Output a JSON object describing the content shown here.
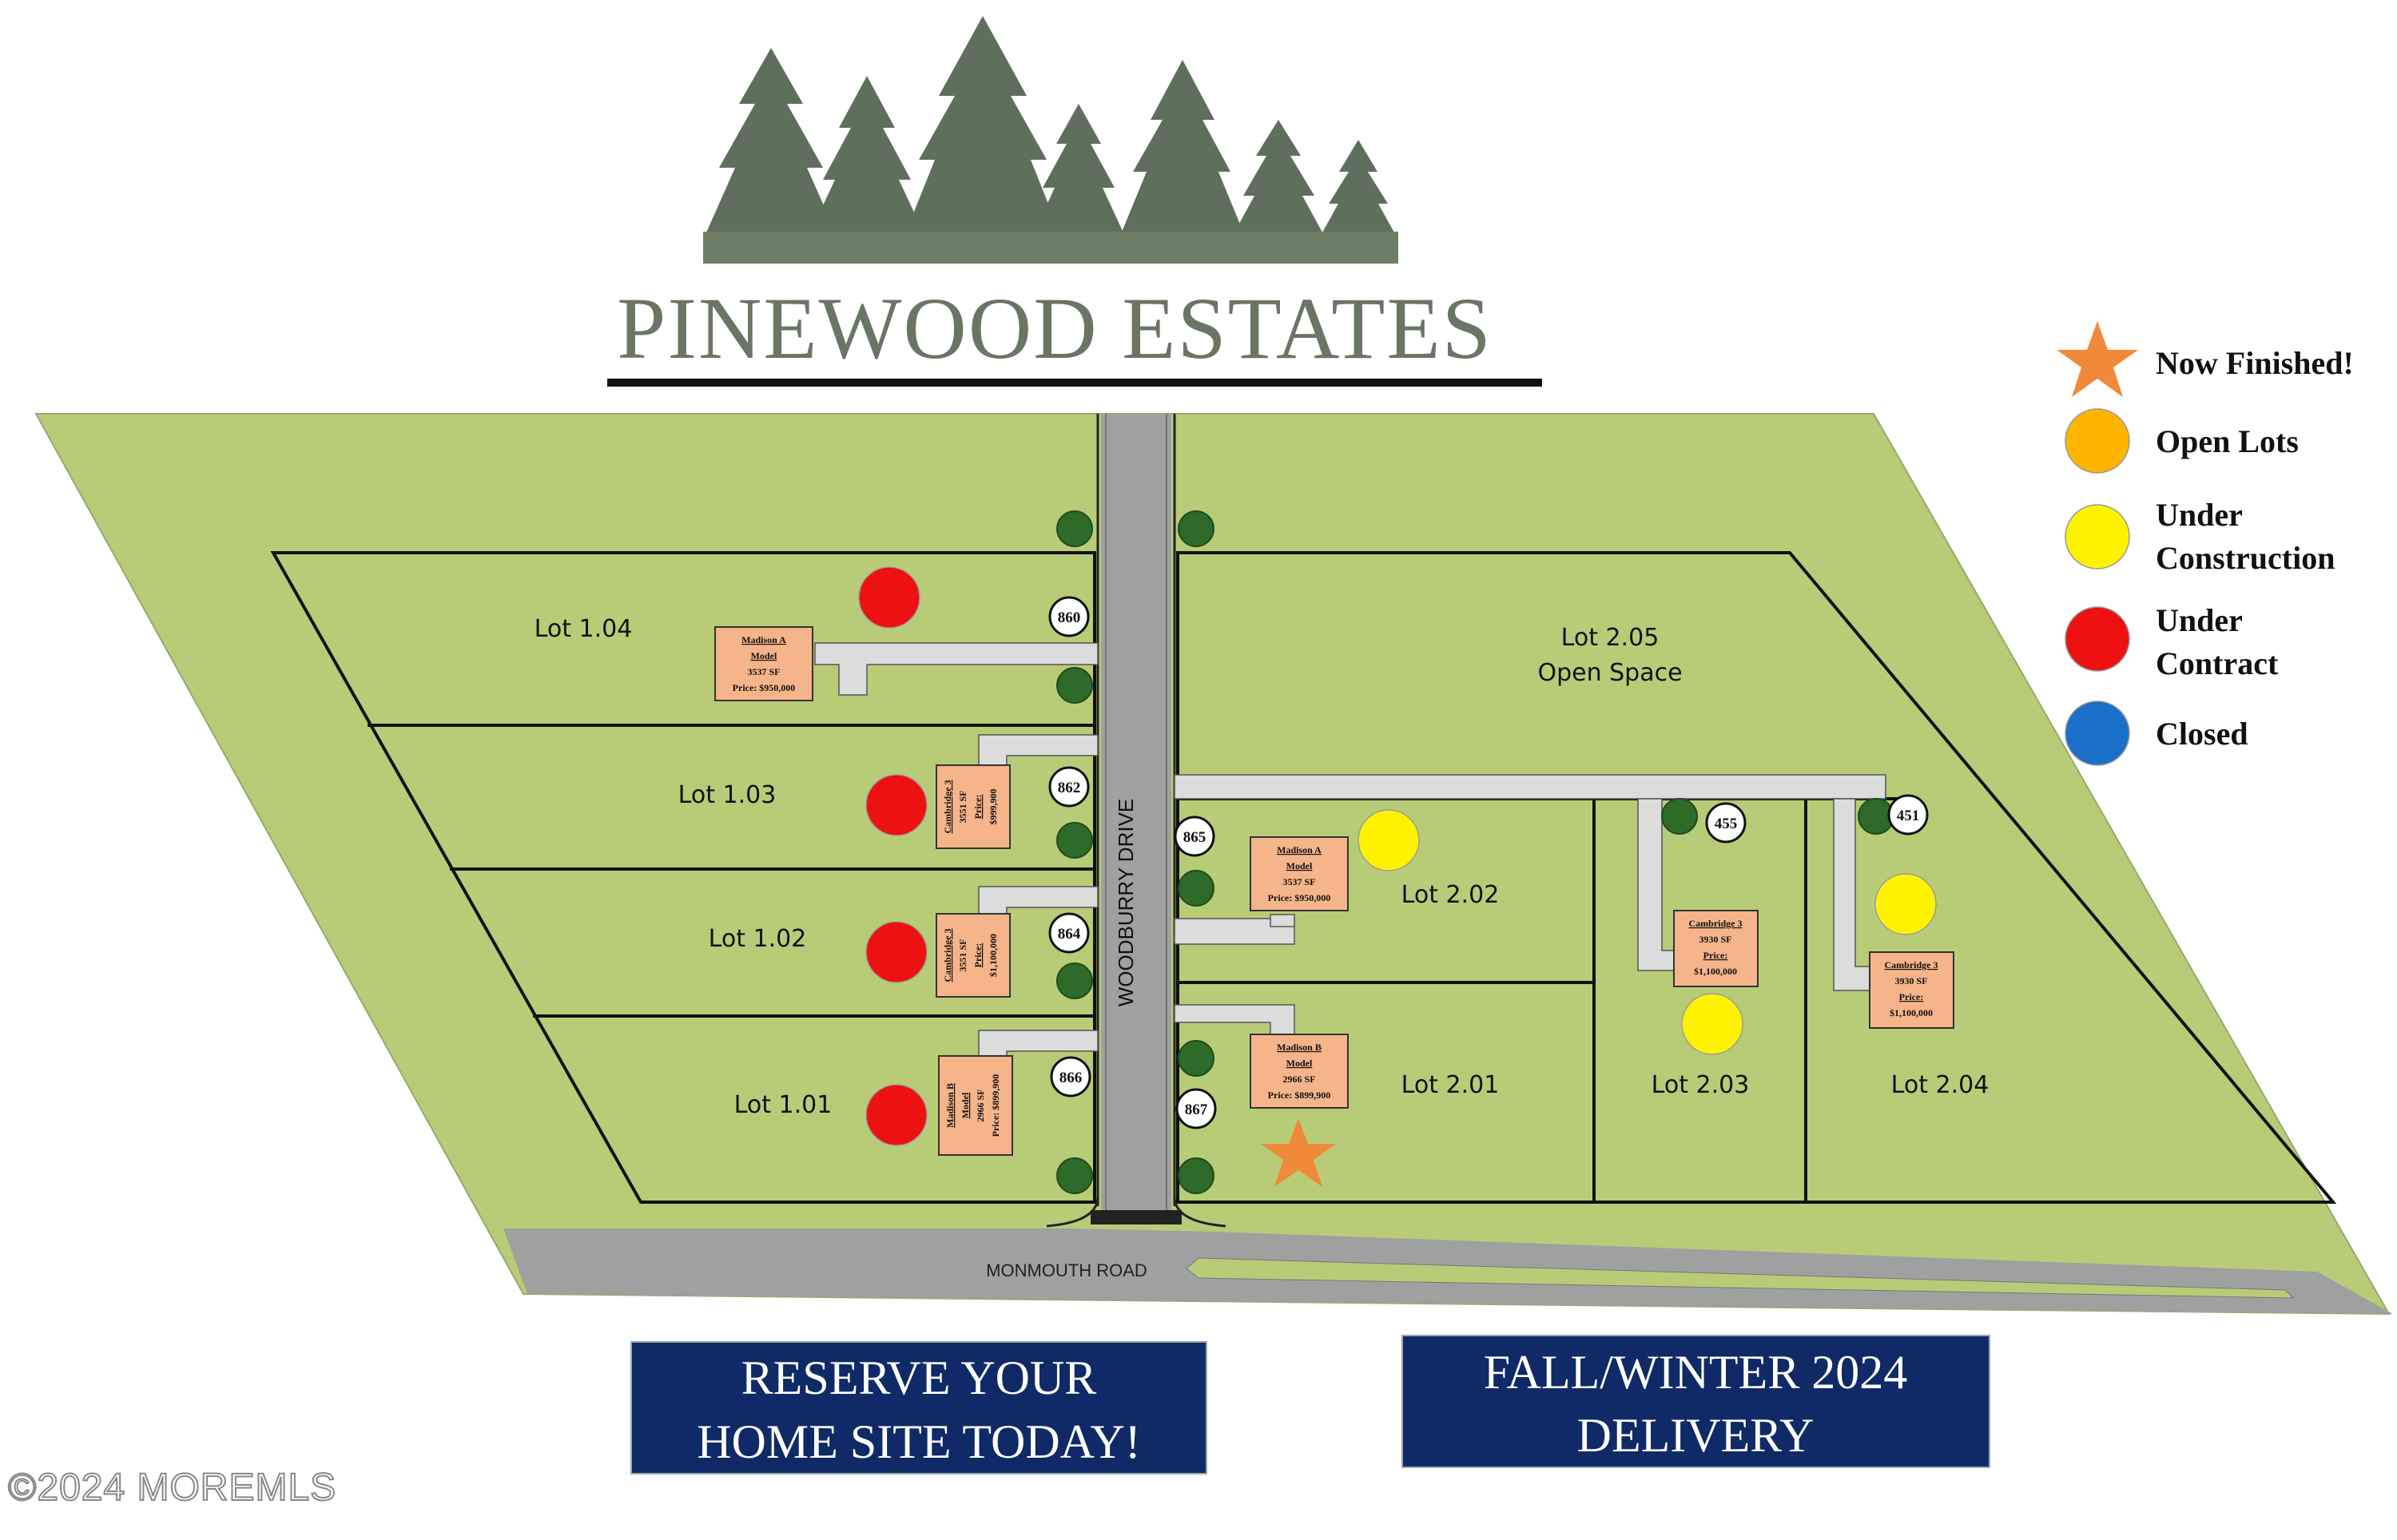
{
  "title": "PINEWOOD ESTATES",
  "legend": [
    {
      "label": "Now Finished!",
      "symbol": "star",
      "color": "#F08A3A"
    },
    {
      "label": "Open Lots",
      "symbol": "circle",
      "color": "#FFB400"
    },
    {
      "label": "Under Construction",
      "symbol": "circle",
      "color": "#FFF200"
    },
    {
      "label": "Under Contract",
      "symbol": "circle",
      "color": "#EE1111"
    },
    {
      "label": "Closed",
      "symbol": "circle",
      "color": "#1A6FC9"
    }
  ],
  "roads": {
    "main": "WOODBURRY DRIVE",
    "cross": "MONMOUTH ROAD"
  },
  "lots": [
    {
      "label": "Lot 1.04",
      "status": "Under Contract"
    },
    {
      "label": "Lot 1.03",
      "status": "Under Contract"
    },
    {
      "label": "Lot 1.02",
      "status": "Under Contract"
    },
    {
      "label": "Lot 1.01",
      "status": "Under Contract"
    },
    {
      "label": "Lot 2.05",
      "sublabel": "Open Space"
    },
    {
      "label": "Lot 2.02",
      "status": "Under Construction"
    },
    {
      "label": "Lot 2.01",
      "status": "Now Finished!"
    },
    {
      "label": "Lot 2.03",
      "status": "Under Construction"
    },
    {
      "label": "Lot 2.04",
      "status": "Under Construction"
    }
  ],
  "houses": [
    {
      "lines": [
        "Madison A",
        "Model",
        "3537 SF",
        "Price: $950,000"
      ]
    },
    {
      "lines": [
        "Cambridge 3",
        "3551 SF",
        "Price:",
        "$999,900"
      ]
    },
    {
      "lines": [
        "Cambridge 3",
        "3551 SF",
        "Price:",
        "$1,100,000"
      ]
    },
    {
      "lines": [
        "Madison B",
        "Model",
        "2966 SF",
        "Price: $899,900"
      ]
    },
    {
      "lines": [
        "Madison A",
        "Model",
        "3537 SF",
        "Price: $950,000"
      ]
    },
    {
      "lines": [
        "Madison B",
        "Model",
        "2966 SF",
        "Price: $899,900"
      ]
    },
    {
      "lines": [
        "Cambridge 3",
        "3930 SF",
        "Price:",
        "$1,100,000"
      ]
    },
    {
      "lines": [
        "Cambridge 3",
        "3930 SF",
        "Price:",
        "$1,100,000"
      ]
    }
  ],
  "addresses": [
    "860",
    "862",
    "864",
    "866",
    "865",
    "867",
    "455",
    "451"
  ],
  "banners": [
    {
      "lines": [
        "RESERVE YOUR",
        "HOME SITE TODAY!"
      ]
    },
    {
      "lines": [
        "FALL/WINTER 2024",
        "DELIVERY"
      ]
    }
  ],
  "watermark": "©2024 MOREMLS",
  "colors": {
    "grass": "#B8CC78",
    "road": "#A0A0A0",
    "driveway": "#DCDCDC",
    "house": "#F5B48A",
    "banner": "#0F2A66",
    "tree": "#5E705C"
  }
}
